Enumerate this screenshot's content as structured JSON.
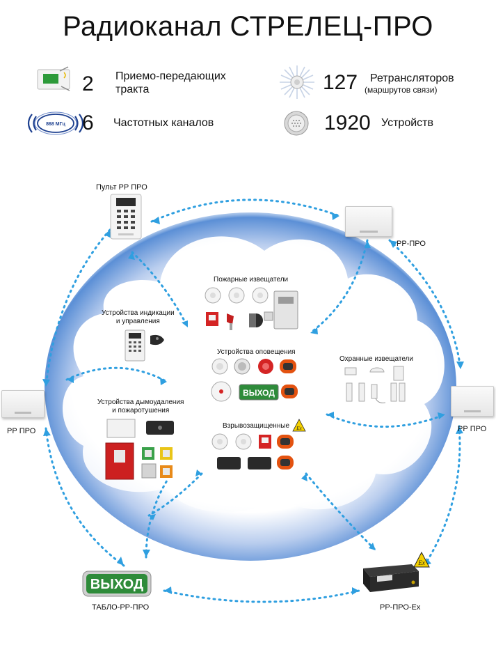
{
  "title": "Радиоканал СТРЕЛЕЦ-ПРО",
  "stats": {
    "tracts": {
      "num": "2",
      "line1": "Приемо-передающих",
      "line2": "тракта"
    },
    "channels": {
      "num": "6",
      "text": "Частотных каналов",
      "freq": "868 МГц"
    },
    "repeaters": {
      "num": "127",
      "text": "Ретрансляторов",
      "sub": "(маршрутов связи)"
    },
    "devices": {
      "num": "1920",
      "text": "Устройств"
    }
  },
  "nodes": {
    "pult": "Пульт РР ПРО",
    "rr_top": "РР-ПРО",
    "rr_left": "РР ПРО",
    "rr_right": "РР ПРО",
    "tablo": "ТАБЛО-РР-ПРО",
    "tablo_sign": "ВЫХОД",
    "rr_ex": "РР-ПРО-Ех"
  },
  "groups": {
    "fire": "Пожарные извещатели",
    "indication_l1": "Устройства индикации",
    "indication_l2": "и управления",
    "alert": "Устройства оповещения",
    "alert_sign": "ВЫХОД",
    "security": "Охранные извещатели",
    "smoke_l1": "Устройства дымоудаления",
    "smoke_l2": "и пожаротушения",
    "explosion": "Взрывозащищенные"
  },
  "ex_badge": "Ex",
  "colors": {
    "cloud": "#5b8fd6",
    "link": "#2f9fe0",
    "fire_red": "#d42424",
    "sign_green": "#2e8b3a",
    "ex_yellow": "#f4d000"
  }
}
